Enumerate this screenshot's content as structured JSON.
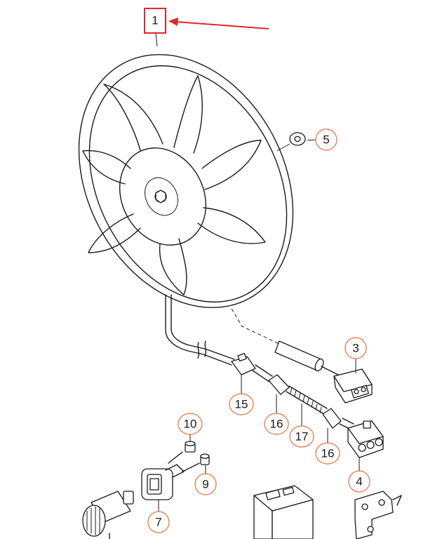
{
  "callouts": [
    {
      "id": "part-1",
      "label": "1"
    },
    {
      "id": "part-3",
      "label": "3"
    },
    {
      "id": "part-4",
      "label": "4"
    },
    {
      "id": "part-5",
      "label": "5"
    },
    {
      "id": "part-7",
      "label": "7"
    },
    {
      "id": "part-9",
      "label": "9"
    },
    {
      "id": "part-10",
      "label": "10"
    },
    {
      "id": "part-15",
      "label": "15"
    },
    {
      "id": "part-16a",
      "label": "16"
    },
    {
      "id": "part-16b",
      "label": "16"
    },
    {
      "id": "part-17",
      "label": "17"
    }
  ],
  "highlight": {
    "target_label": "1",
    "box_color": "#e0262b",
    "arrow_color": "#e0262b"
  },
  "colors": {
    "callout_circle": "#e8703a",
    "line": "#1a1a1a",
    "background": "#ffffff"
  }
}
